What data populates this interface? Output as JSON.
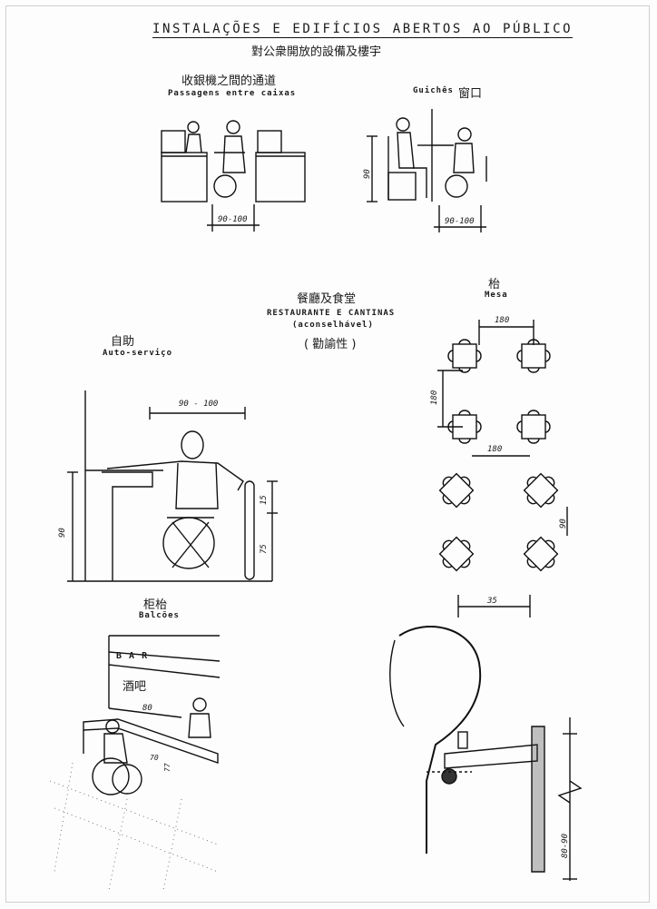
{
  "title": "INSTALAÇÕES E EDIFÍCIOS ABERTOS AO PÚBLICO",
  "title_cn": "對公衆開放的設備及樓宇",
  "passagens": {
    "cn": "收銀機之間的通道",
    "pt": "Passagens entre caixas",
    "dim": "90-100"
  },
  "guiches": {
    "pt": "Guichês",
    "cn": "窗口",
    "dim_w": "90-100",
    "dim_h": "90"
  },
  "restaurante": {
    "cn": "餐廳及食堂",
    "pt": "RESTAURANTE E CANTINAS",
    "note_pt": "(aconselhável)",
    "note_cn": "( 勸諭性 )"
  },
  "mesa": {
    "cn": "枱",
    "pt": "Mesa",
    "dim_top": "180",
    "dim_side": "180",
    "dim_mid": "180",
    "dim_diag": "90"
  },
  "auto": {
    "cn": "自助",
    "pt": "Auto-serviço",
    "dim_reach": "90 - 100",
    "dim_h": "90",
    "dim_15": "15",
    "dim_75": "75"
  },
  "balcoes": {
    "cn": "柜枱",
    "pt": "Balcões",
    "bar": "B A R",
    "bar_cn": "酒吧",
    "dim_80": "80",
    "dim_70": "70",
    "dim_77": "77"
  },
  "detail": {
    "dim_35": "35",
    "dim_h": "80-90"
  }
}
